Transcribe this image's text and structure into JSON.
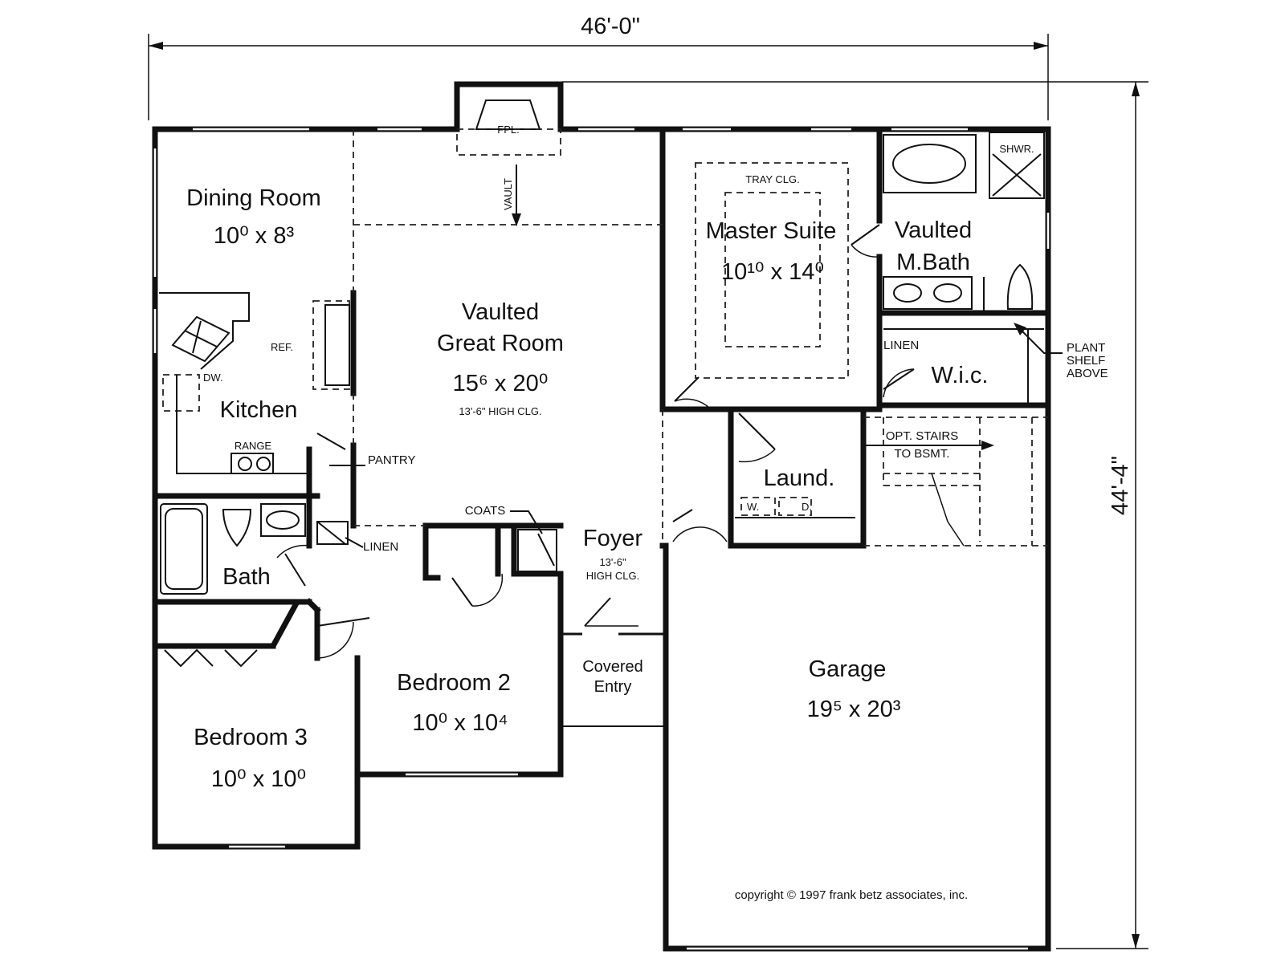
{
  "dimensions": {
    "width": "46'-0\"",
    "depth": "44'-4\""
  },
  "rooms": {
    "dining": {
      "name": "Dining Room",
      "size": "10⁰ x 8³"
    },
    "great_room": {
      "name_line1": "Vaulted",
      "name_line2": "Great Room",
      "size": "15⁶ x 20⁰",
      "note": "13'-6\" HIGH CLG."
    },
    "kitchen": {
      "name": "Kitchen"
    },
    "master_suite": {
      "name": "Master Suite",
      "size": "10¹⁰ x 14⁰",
      "ceiling": "TRAY CLG."
    },
    "master_bath": {
      "name_line1": "Vaulted",
      "name_line2": "M.Bath"
    },
    "wic": {
      "name": "W.i.c."
    },
    "laundry": {
      "name": "Laund."
    },
    "bath": {
      "name": "Bath"
    },
    "foyer": {
      "name": "Foyer",
      "note_line1": "13'-6\"",
      "note_line2": "HIGH CLG."
    },
    "bedroom2": {
      "name": "Bedroom 2",
      "size": "10⁰ x 10⁴"
    },
    "bedroom3": {
      "name": "Bedroom 3",
      "size": "10⁰ x 10⁰"
    },
    "covered_entry": {
      "name_line1": "Covered",
      "name_line2": "Entry"
    },
    "garage": {
      "name": "Garage",
      "size": "19⁵ x 20³"
    }
  },
  "labels": {
    "fpl": "FPL.",
    "vault": "VAULT",
    "ref": "REF.",
    "dw": "DW.",
    "range": "RANGE",
    "pantry": "PANTRY",
    "linen_hall": "LINEN",
    "coats": "COATS",
    "shwr": "SHWR.",
    "linen_master": "LINEN",
    "plant_shelf_1": "PLANT",
    "plant_shelf_2": "SHELF",
    "plant_shelf_3": "ABOVE",
    "opt_stairs_1": "OPT. STAIRS",
    "opt_stairs_2": "TO BSMT.",
    "washer": "W.",
    "dryer": "D."
  },
  "copyright": "copyright © 1997 frank betz associates, inc."
}
